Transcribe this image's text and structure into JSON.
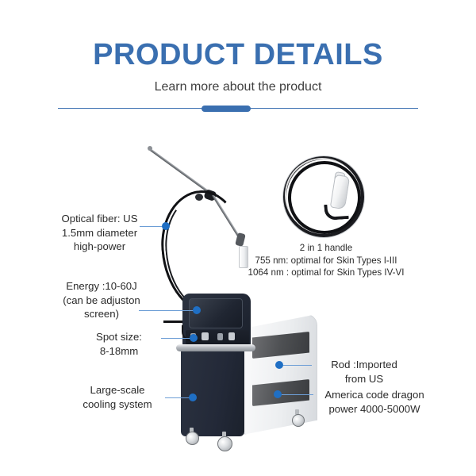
{
  "header": {
    "title": "PRODUCT DETAILS",
    "subtitle": "Learn more about the product"
  },
  "handle": {
    "caption_line1": "2 in 1 handle",
    "caption_line2": "755 nm: optimal for Skin Types I-III",
    "caption_line3": "1064 nm : optimal for Skin Types IV-VI"
  },
  "callouts": {
    "optical_fiber": {
      "line1": "Optical fiber: US",
      "line2": "1.5mm diameter",
      "line3": "high-power"
    },
    "energy": {
      "line1": "Energy :10-60J",
      "line2": "(can be adjuston",
      "line3": "screen)"
    },
    "spot_size": {
      "line1": "Spot size:",
      "line2": "8-18mm"
    },
    "cooling": {
      "line1": "Large-scale",
      "line2": "cooling system"
    },
    "rod": {
      "line1": "Rod :Imported",
      "line2": "from US"
    },
    "power": {
      "line1": "America code dragon",
      "line2": "power 4000-5000W"
    }
  },
  "colors": {
    "title_blue": "#3a6fb0",
    "dot_blue": "#1f6fc4",
    "leader_blue": "#6d9ed6",
    "text_dark": "#2b2b2b",
    "background": "#ffffff"
  }
}
